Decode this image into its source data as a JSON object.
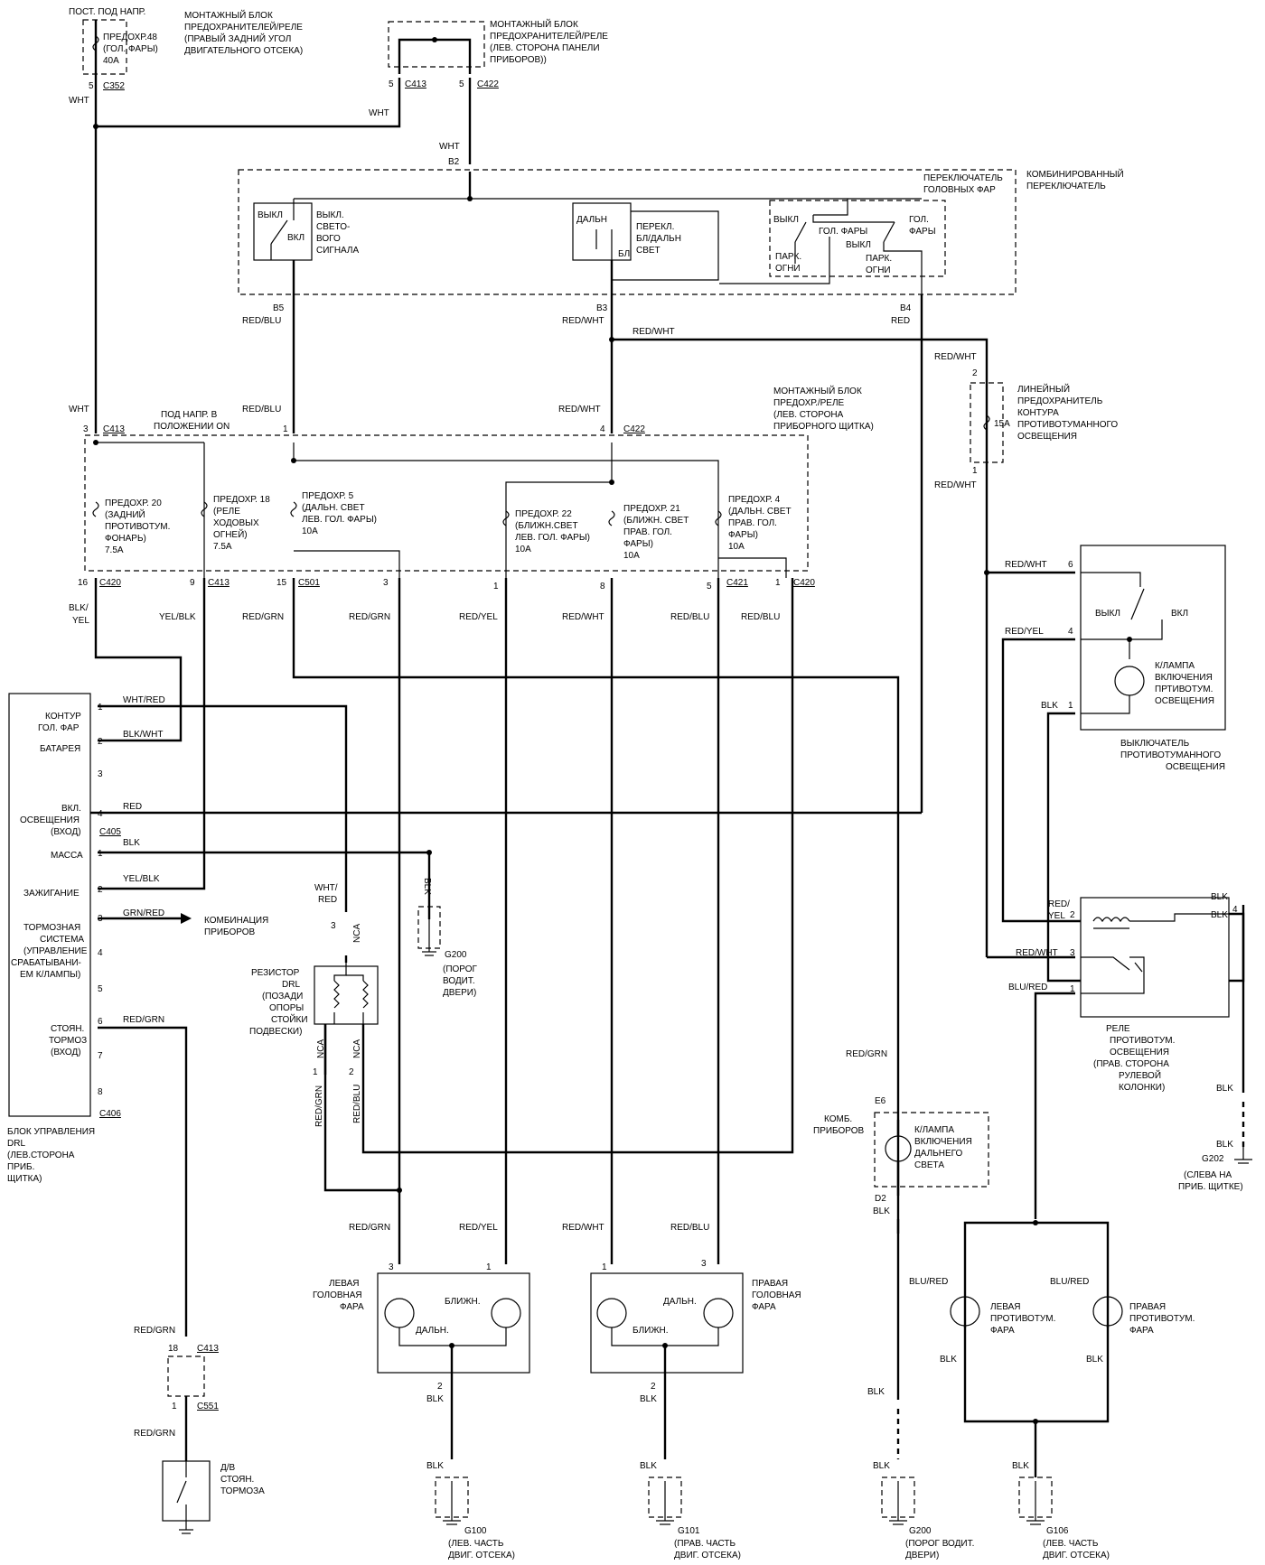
{
  "top": {
    "const_power": "ПОСТ. ПОД НАПР.",
    "fuse48": [
      "ПРЕДОХР.48",
      "(ГОЛ. ФАРЫ)",
      "40А"
    ],
    "box1": [
      "МОНТАЖНЫЙ БЛОК",
      "ПРЕДОХРАНИТЕЛЕЙ/РЕЛЕ",
      "(ПРАВЫЙ ЗАДНИЙ УГОЛ",
      "ДВИГАТЕЛЬНОГО ОТСЕКА)"
    ],
    "box2": [
      "МОНТАЖНЫЙ БЛОК",
      "ПРЕДОХРАНИТЕЛЕЙ/РЕЛЕ",
      "(ЛЕВ. СТОРОНА ПАНЕЛИ",
      "ПРИБОРОВ))"
    ],
    "c352": "C352",
    "c413": "C413",
    "c422": "C422",
    "pin5": "5",
    "wht": "WHT",
    "b2": "B2"
  },
  "combo": {
    "title": [
      "ПЕРЕКЛЮЧАТЕЛЬ",
      "ГОЛОВНЫХ ФАР"
    ],
    "title2": [
      "КОМБИНИРОВАННЫЙ",
      "ПЕРЕКЛЮЧАТЕЛЬ"
    ],
    "sw1_off": "ВЫКЛ",
    "sw1_on": "ВКЛ",
    "sw1_label": [
      "ВЫКЛ.",
      "СВЕТО-",
      "ВОГО",
      "СИГНАЛА"
    ],
    "sw2_far": "ДАЛЬН",
    "sw2_low": "БЛ",
    "sw2_label": [
      "ПЕРЕКЛ.",
      "БЛ/ДАЛЬН",
      "СВЕТ"
    ],
    "sw3_off": "ВЫКЛ",
    "sw3_head": "ГОЛ. ФАРЫ",
    "sw3_off2": "ВЫКЛ",
    "sw3_park": [
      "ПАРК.",
      "ОГНИ"
    ],
    "sw3_park2": [
      "ПАРК.",
      "ОГНИ"
    ],
    "sw3_head2": [
      "ГОЛ.",
      "ФАРЫ"
    ],
    "b5": "B5",
    "b3": "B3",
    "b4": "B4",
    "red_blu": "RED/BLU",
    "red_wht": "RED/WHT",
    "red": "RED"
  },
  "fuse_box": {
    "title": [
      "МОНТАЖНЫЙ БЛОК",
      "ПРЕДОХР./РЕЛЕ",
      "(ЛЕВ. СТОРОНА",
      "ПРИБОРНОГО ЩИТКА)"
    ],
    "on_power": [
      "ПОД НАПР. В",
      "ПОЛОЖЕНИИ ON"
    ],
    "wht": "WHT",
    "red_blu": "RED/BLU",
    "red_wht": "RED/WHT",
    "c413": "C413",
    "c422": "C422",
    "pin3": "3",
    "pin1": "1",
    "pin4": "4",
    "f20": [
      "ПРЕДОХР. 20",
      "(ЗАДНИЙ",
      "ПРОТИВОТУМ.",
      "ФОНАРЬ)",
      "7.5A"
    ],
    "f18": [
      "ПРЕДОХР. 18",
      "(РЕЛЕ",
      "ХОДОВЫХ",
      "ОГНЕЙ)",
      "7.5A"
    ],
    "f5": [
      "ПРЕДОХР. 5",
      "(ДАЛЬН. СВЕТ",
      "ЛЕВ. ГОЛ. ФАРЫ)",
      "10A"
    ],
    "f22": [
      "ПРЕДОХР. 22",
      "(БЛИЖН.СВЕТ",
      "ЛЕВ. ГОЛ. ФАРЫ)",
      "10A"
    ],
    "f21": [
      "ПРЕДОХР. 21",
      "(БЛИЖН. СВЕТ",
      "ПРАВ. ГОЛ.",
      "ФАРЫ)",
      "10A"
    ],
    "f4": [
      "ПРЕДОХР. 4",
      "(ДАЛЬН. СВЕТ",
      "ПРАВ. ГОЛ.",
      "ФАРЫ)",
      "10A"
    ],
    "bottom_pins": [
      "16",
      "9",
      "15",
      "3",
      "1",
      "8",
      "5",
      "1"
    ],
    "bottom_conn": [
      "C420",
      "C413",
      "C501",
      "C421",
      "C420"
    ],
    "wire_labels": [
      "BLK/",
      "YEL",
      "YEL/BLK",
      "RED/GRN",
      "RED/GRN",
      "RED/YEL",
      "RED/WHT",
      "RED/BLU",
      "RED/BLU"
    ]
  },
  "fog_fuse": {
    "title": [
      "ЛИНЕЙНЫЙ",
      "ПРЕДОХРАНИТЕЛЬ",
      "КОНТУРА",
      "ПРОТИВОТУМАННОГО",
      "ОСВЕЩЕНИЯ"
    ],
    "rating": "15A",
    "red_wht": "RED/WHT",
    "pin2": "2",
    "pin1": "1"
  },
  "fog_switch": {
    "off": "ВЫКЛ",
    "on": "ВКЛ",
    "lamp": [
      "К/ЛАМПА",
      "ВКЛЮЧЕНИЯ",
      "ПРТИВОТУМ.",
      "ОСВЕЩЕНИЯ"
    ],
    "title": [
      "ВЫКЛЮЧАТЕЛЬ",
      "ПРОТИВОТУМАННОГО",
      "ОСВЕЩЕНИЯ"
    ],
    "red_wht": "RED/WHT",
    "red_yel": "RED/YEL",
    "blk": "BLK",
    "pins": [
      "6",
      "4",
      "1"
    ]
  },
  "drl": {
    "rows": [
      {
        "label": [
          "КОНТУР",
          "ГОЛ. ФАР"
        ],
        "pin": "1",
        "wire": "WHT/RED"
      },
      {
        "label": [
          "БАТАРЕЯ"
        ],
        "pin": "2",
        "wire": "BLK/WHT"
      },
      {
        "label": [],
        "pin": "3",
        "wire": ""
      },
      {
        "label": [
          "ВКЛ.",
          "ОСВЕЩЕНИЯ",
          "(ВХОД)"
        ],
        "pin": "4",
        "wire": "RED"
      },
      {
        "label": [
          "МАССА"
        ],
        "pin": "1",
        "wire": "BLK"
      },
      {
        "label": [
          "ЗАЖИГАНИЕ"
        ],
        "pin": "2",
        "wire": "YEL/BLK"
      },
      {
        "label": [
          "ТОРМОЗНАЯ",
          "СИСТЕМА",
          "(УПРАВЛЕНИЕ",
          "СРАБАТЫВАНИ-",
          "ЕМ К/ЛАМПЫ)"
        ],
        "pin": "3",
        "wire": "GRN/RED"
      },
      {
        "label": [],
        "pin": "4",
        "wire": ""
      },
      {
        "label": [],
        "pin": "5",
        "wire": ""
      },
      {
        "label": [
          "СТОЯН.",
          "ТОРМОЗ",
          "(ВХОД)"
        ],
        "pin": "6",
        "wire": "RED/GRN"
      }
    ],
    "extra_pins": [
      "7",
      "8"
    ],
    "c405": "C405",
    "c406": "C406",
    "combo_panel": [
      "КОМБИНАЦИЯ",
      "ПРИБОРОВ"
    ],
    "title": [
      "БЛОК УПРАВЛЕНИЯ",
      "DRL",
      "(ЛЕВ.СТОРОНА",
      "ПРИБ.",
      "ЩИТКА)"
    ]
  },
  "g200a": {
    "wire": "BLK",
    "name": "G200",
    "label": [
      "(ПОРОГ",
      "ВОДИТ.",
      "ДВЕРИ)"
    ]
  },
  "resistor": {
    "label": [
      "РЕЗИСТОР",
      "DRL",
      "(ПОЗАДИ",
      "ОПОРЫ",
      "СТОЙКИ",
      "ПОДВЕСКИ)"
    ],
    "wht_red": [
      "WHT/",
      "RED"
    ],
    "nca": "NCA",
    "pin3": "3",
    "pin1": "1",
    "pin2": "2",
    "red_grn": "RED/GRN",
    "red_blu": "RED/BLU"
  },
  "headlights": {
    "left": [
      "ЛЕВАЯ",
      "ГОЛОВНАЯ",
      "ФАРА"
    ],
    "right": [
      "ПРАВАЯ",
      "ГОЛОВНАЯ",
      "ФАРА"
    ],
    "far": "ДАЛЬН.",
    "low": "БЛИЖН.",
    "wires_top": [
      "RED/GRN",
      "RED/YEL",
      "RED/WHT",
      "RED/BLU"
    ],
    "pins": [
      "3",
      "1",
      "2"
    ],
    "blk": "BLK"
  },
  "grounds": {
    "g100": {
      "name": "G100",
      "label": [
        "(ЛЕВ. ЧАСТЬ",
        "ДВИГ. ОТСЕКА)"
      ]
    },
    "g101": {
      "name": "G101",
      "label": [
        "(ПРАВ. ЧАСТЬ",
        "ДВИГ. ОТСЕКА)"
      ]
    },
    "g200": {
      "name": "G200",
      "label": [
        "(ПОРОГ ВОДИТ.",
        "ДВЕРИ)"
      ]
    },
    "g106": {
      "name": "G106",
      "label": [
        "(ЛЕВ. ЧАСТЬ",
        "ДВИГ. ОТСЕКА)"
      ]
    },
    "g202": {
      "name": "G202",
      "label": [
        "(СЛЕВА НА",
        "ПРИБ. ЩИТКЕ)"
      ]
    }
  },
  "hb_lamp": {
    "cluster": [
      "КОМБ.",
      "ПРИБОРОВ"
    ],
    "lamp": [
      "К/ЛАМПА",
      "ВКЛЮЧЕНИЯ",
      "ДАЛЬНЕГО",
      "СВЕТА"
    ],
    "e6": "E6",
    "d2": "D2",
    "red_grn": "RED/GRN",
    "blk": "BLK"
  },
  "park_switch": {
    "label": [
      "Д/В",
      "СТОЯН.",
      "ТОРМОЗА"
    ],
    "red_grn": "RED/GRN",
    "c413": "C413",
    "c551": "C551",
    "pin18": "18",
    "pin1": "1"
  },
  "fog_relay": {
    "title": [
      "РЕЛЕ",
      "ПРОТИВОТУМ.",
      "ОСВЕЩЕНИЯ",
      "(ПРАВ. СТОРОНА",
      "РУЛЕВОЙ",
      "КОЛОНКИ)"
    ],
    "red_yel": [
      "RED/",
      "YEL"
    ],
    "red_wht": "RED/WHT",
    "blu_red": "BLU/RED",
    "blk": "BLK",
    "pins": [
      "2",
      "3",
      "1",
      "4"
    ]
  },
  "fog_lights": {
    "left": [
      "ЛЕВАЯ",
      "ПРОТИВОТУМ.",
      "ФАРА"
    ],
    "right": [
      "ПРАВАЯ",
      "ПРОТИВОТУМ.",
      "ФАРА"
    ],
    "blu_red": "BLU/RED",
    "blk": "BLK"
  }
}
